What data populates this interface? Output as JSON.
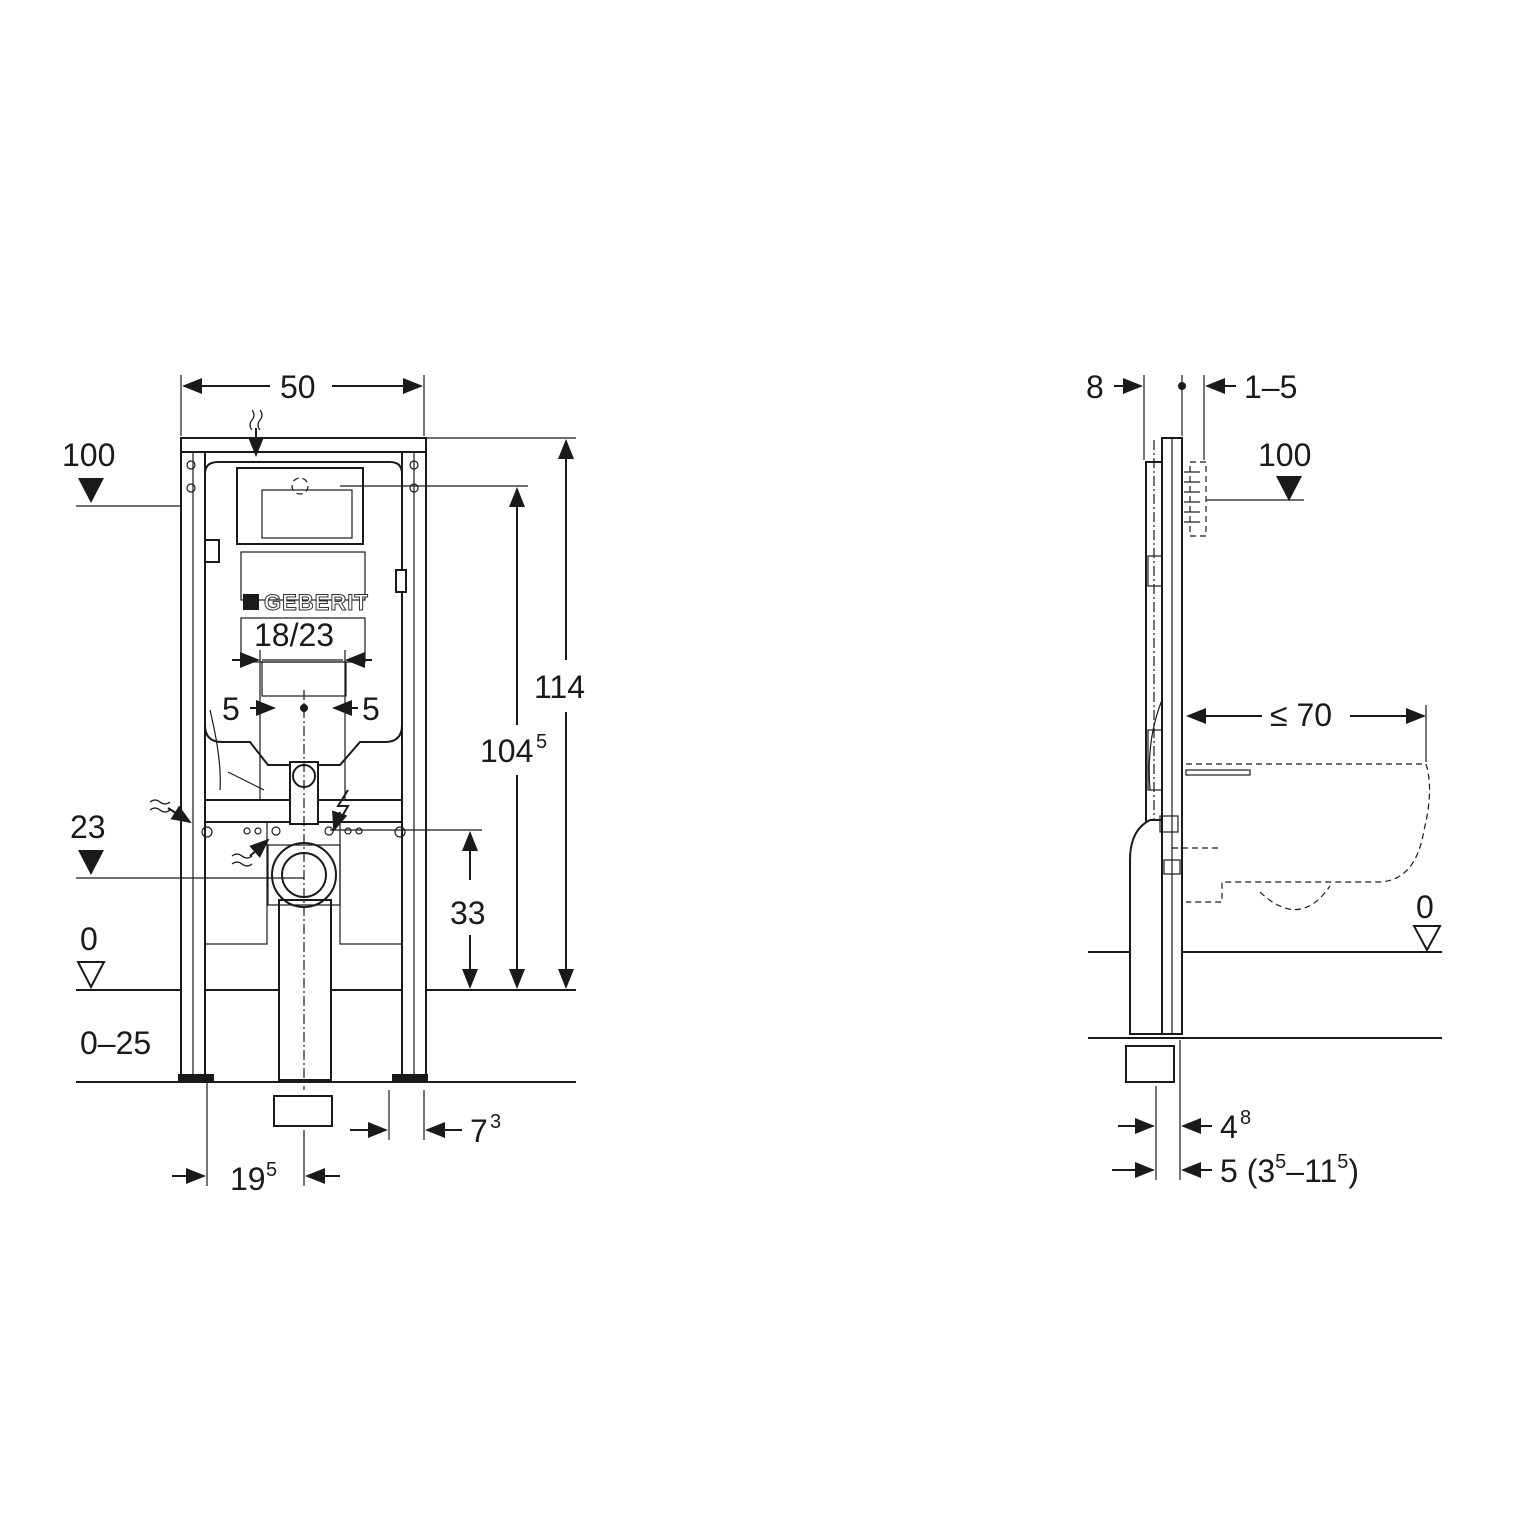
{
  "front_view": {
    "width_label": "50",
    "top_mark_label": "100",
    "cistern_size_label": "18/23",
    "left_offset_label": "5",
    "right_offset_label": "5",
    "logo_text": "GEBERIT",
    "height_total_label": "114",
    "height_inner_main": "104",
    "height_inner_sup": "5",
    "drain_mark_label": "23",
    "drain_height_label": "33",
    "floor_mark_label": "0",
    "foot_range_label": "0–25",
    "bottom_left_main": "19",
    "bottom_left_sup": "5",
    "bottom_right_main": "7",
    "bottom_right_sup": "3"
  },
  "side_view": {
    "depth_left_label": "8",
    "depth_right_label": "1–5",
    "top_mark_label": "100",
    "bowl_projection_label": "≤ 70",
    "floor_mark_label": "0",
    "offset_a_main": "4",
    "offset_a_sup": "8",
    "offset_b_prefix": "5 (3",
    "offset_b_sup1": "5",
    "offset_b_mid": "–11",
    "offset_b_sup2": "5",
    "offset_b_suffix": ")"
  },
  "icons": [
    "water-supply-icon",
    "electrical-icon",
    "level-marker-icon"
  ]
}
